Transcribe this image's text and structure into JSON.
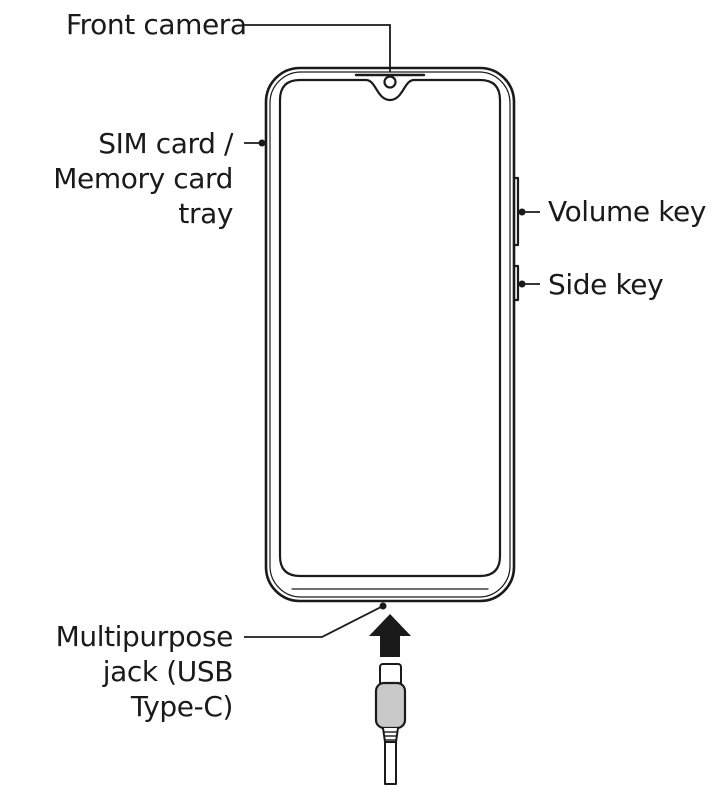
{
  "labels": {
    "front_camera": "Front camera",
    "sim_tray": [
      "SIM card /",
      "Memory card",
      "tray"
    ],
    "volume_key": "Volume key",
    "side_key": "Side key",
    "multipurpose_jack": [
      "Multipurpose",
      "jack (USB",
      "Type-C)"
    ]
  },
  "colors": {
    "line": "#1a1a1a",
    "connector_fill": "#c9c9c9",
    "background": "#ffffff"
  }
}
